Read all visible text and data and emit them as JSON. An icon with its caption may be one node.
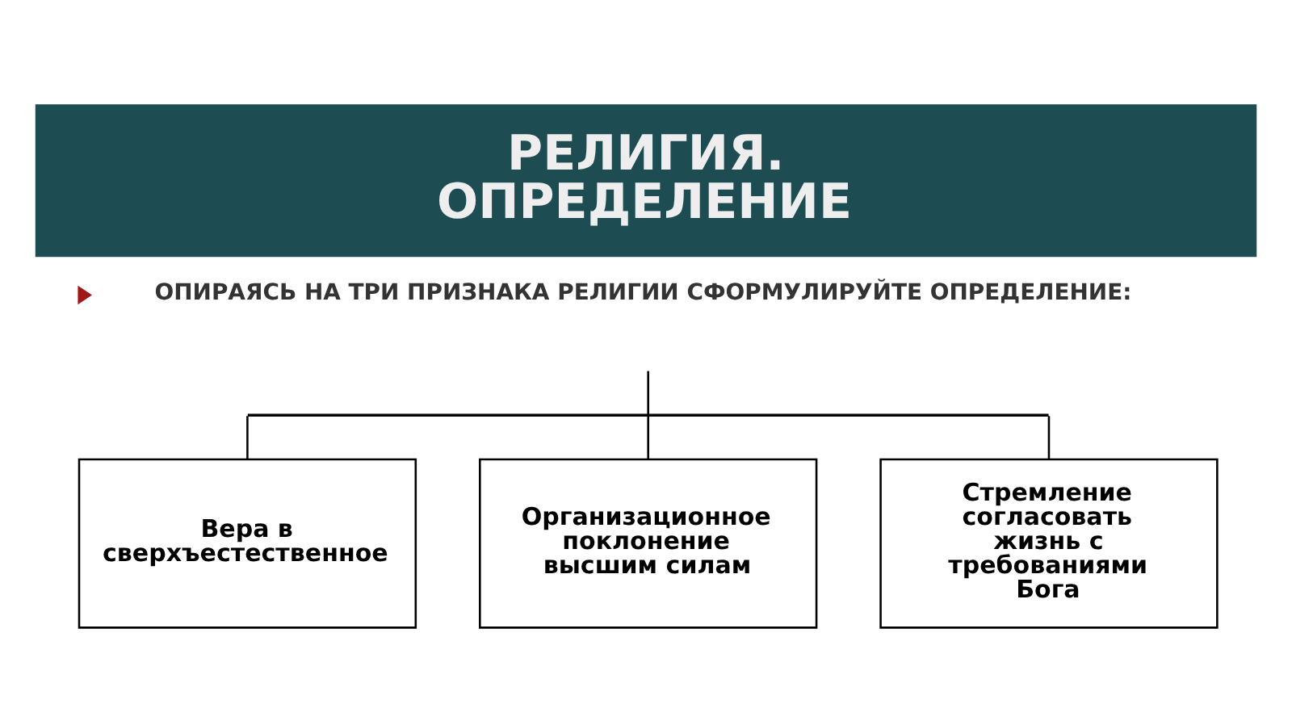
{
  "diagram": {
    "title": "РЕЛИГИЯ. ОПРЕДЕЛЕНИЕ",
    "nodes": [
      {
        "text": [],
        "shape": "bar"
      },
      {
        "text": [
          "Вера в сверхъестественное"
        ]
      },
      {
        "text": [
          "Организационное поклонение высшим силам"
        ]
      },
      {
        "text": [
          "Стремление согласовать жизнь с требованиями Бога"
        ]
      }
    ],
    "edges": [
      {
        "from": null,
        "to": 0,
        "arrow": "none"
      },
      {
        "from": 0,
        "to": 1,
        "arrow": "none"
      },
      {
        "from": 0,
        "to": 2,
        "arrow": "none"
      },
      {
        "from": 0,
        "to": 3,
        "arrow": "none"
      }
    ],
    "labels": [
      "ОПИРАЯСЬ НА ТРИ ПРИЗНАКА РЕЛИГИИ СФОРМУЛИРУЙТЕ ОПРЕДЕЛЕНИЕ:"
    ]
  }
}
